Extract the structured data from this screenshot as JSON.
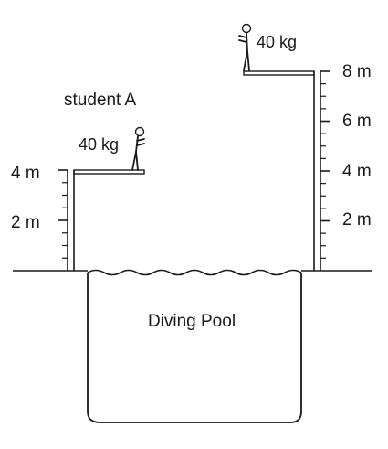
{
  "labels": {
    "student": "student A",
    "mass_left": "40 kg",
    "mass_right": "40 kg",
    "pool": "Diving Pool"
  },
  "left_scale": {
    "max_m": 4,
    "labels": [
      "4 m",
      "2 m"
    ]
  },
  "right_scale": {
    "max_m": 8,
    "labels": [
      "8 m",
      "6 m",
      "4 m",
      "2 m"
    ]
  },
  "colors": {
    "ink": "#1a1a1a",
    "background": "#ffffff"
  }
}
